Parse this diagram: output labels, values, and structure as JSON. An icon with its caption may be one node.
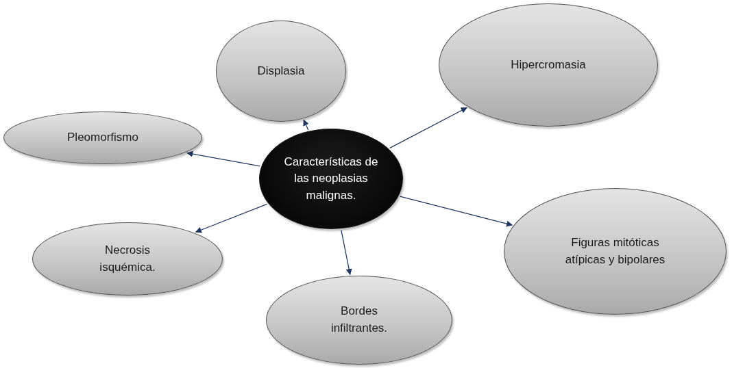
{
  "diagram": {
    "nodes": [
      {
        "text": [
          "Displasia"
        ]
      },
      {
        "text": [
          "Hipercromasia"
        ]
      },
      {
        "text": [
          "Pleomorfismo"
        ]
      },
      {
        "text": [
          "Características de las neoplasias malignas."
        ]
      },
      {
        "text": [
          "Figuras mitóticas atípicas y bipolares"
        ]
      },
      {
        "text": [
          "Necrosis isquémica."
        ]
      },
      {
        "text": [
          "Bordes infiltrantes."
        ]
      }
    ],
    "edges": [
      {
        "from": 3,
        "to": 0,
        "arrow": "to"
      },
      {
        "from": 3,
        "to": 1,
        "arrow": "to"
      },
      {
        "from": 3,
        "to": 2,
        "arrow": "to"
      },
      {
        "from": 3,
        "to": 4,
        "arrow": "to"
      },
      {
        "from": 3,
        "to": 5,
        "arrow": "to"
      },
      {
        "from": 3,
        "to": 6,
        "arrow": "to"
      }
    ]
  }
}
